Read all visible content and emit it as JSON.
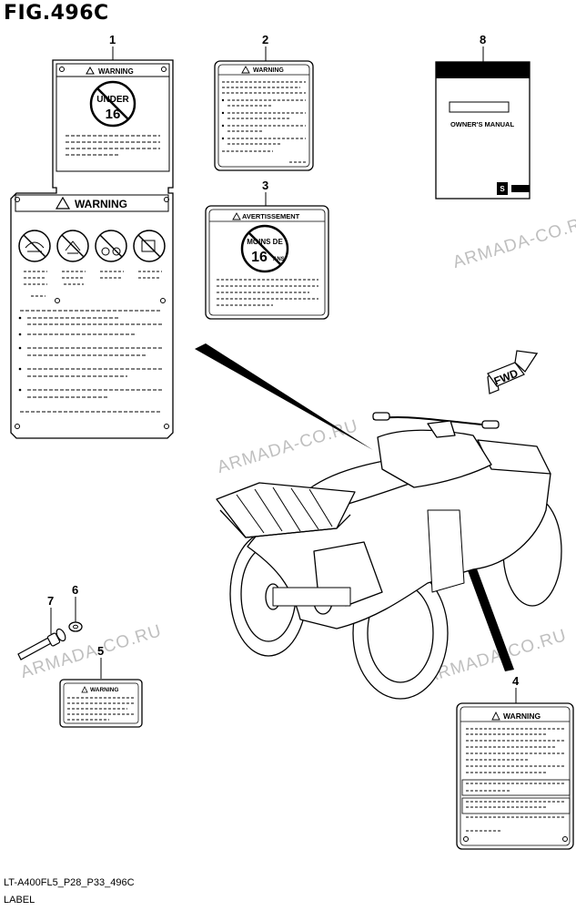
{
  "figure": {
    "title": "FIG.496C"
  },
  "callouts": [
    "1",
    "2",
    "3",
    "8",
    "7",
    "6",
    "5",
    "4"
  ],
  "labels": {
    "warning": "WARNING",
    "under": "UNDER",
    "age": "16",
    "avertissement": "AVERTISSEMENT",
    "moins_de": "MOINS DE",
    "ans": "ANS",
    "owners_manual": "OWNER'S MANUAL",
    "fwd": "FWD"
  },
  "watermark": "ARMADA-CO.RU",
  "footer": {
    "code": "LT-A400FL5_P28_P33_496C",
    "name": "LABEL"
  }
}
